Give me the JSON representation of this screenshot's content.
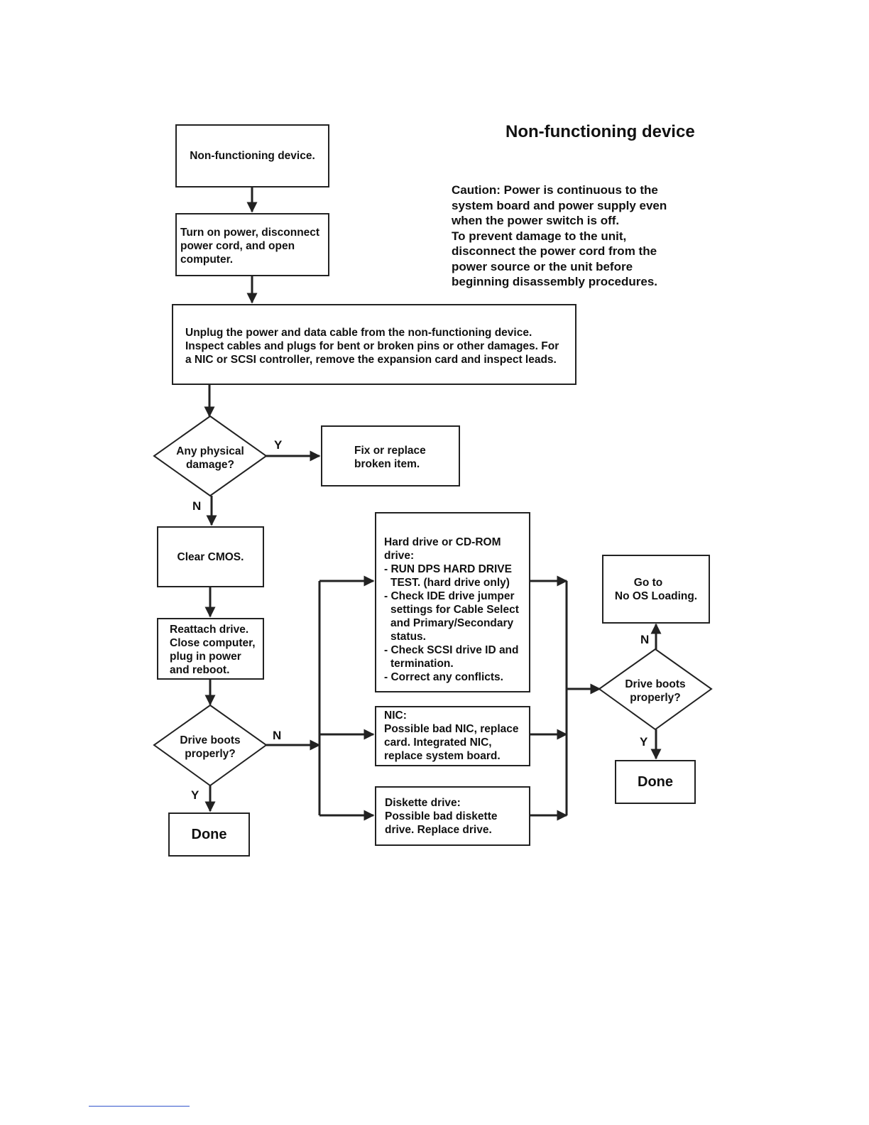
{
  "title": "Non-functioning device",
  "caution": [
    "Caution: Power is continuous to the",
    "system board and power supply even",
    "when the power switch is off.",
    "To prevent damage to the unit,",
    "disconnect the power cord from the",
    "power source or the unit before",
    "beginning disassembly procedures."
  ],
  "nodes": {
    "start": "Non-functioning device.",
    "turn_on": [
      "Turn on power, disconnect",
      "power cord, and open",
      "computer."
    ],
    "unplug": [
      "Unplug the power and data cable from the non-functioning device.",
      "Inspect cables and plugs for bent or broken pins or other damages. For",
      "a NIC or SCSI controller, remove the expansion card and inspect leads."
    ],
    "damage_decision": [
      "Any physical",
      "damage?"
    ],
    "fix_replace": [
      "Fix or replace",
      "broken item."
    ],
    "clear_cmos": "Clear CMOS.",
    "reattach": [
      "Reattach drive.",
      "Close computer,",
      "plug in power",
      "and reboot."
    ],
    "boots_decision_1": [
      "Drive boots",
      "properly?"
    ],
    "done_1": "Done",
    "hard_drive": [
      "Hard drive or CD-ROM",
      "drive:",
      "- RUN DPS HARD DRIVE",
      "TEST. (hard drive only)",
      "- Check IDE drive jumper",
      "settings for Cable Select",
      "and Primary/Secondary",
      "status.",
      "- Check SCSI drive ID and",
      "termination.",
      "- Correct any conflicts."
    ],
    "nic": [
      "NIC:",
      "Possible bad NIC, replace",
      "card. Integrated NIC,",
      "replace system board."
    ],
    "diskette": [
      "Diskette drive:",
      "Possible bad diskette",
      "drive. Replace drive."
    ],
    "goto_no_os": [
      "Go to",
      "No OS Loading."
    ],
    "boots_decision_2": [
      "Drive boots",
      "properly?"
    ],
    "done_2": "Done"
  },
  "edge_labels": {
    "damage_yes": "Y",
    "damage_no": "N",
    "boots1_no": "N",
    "boots1_yes": "Y",
    "boots2_no": "N",
    "boots2_yes": "Y"
  }
}
